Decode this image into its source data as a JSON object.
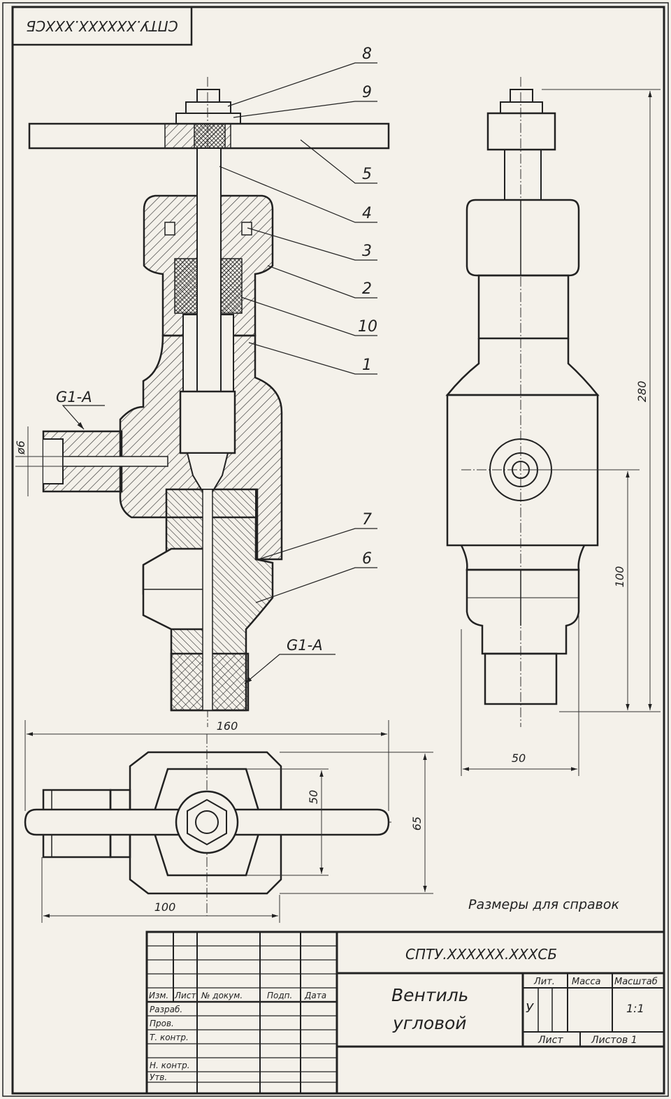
{
  "corner_stamp": "СПТУ.XXXXXX.XXXСБ",
  "callouts": [
    "8",
    "9",
    "5",
    "4",
    "3",
    "2",
    "10",
    "1",
    "7",
    "6"
  ],
  "threads": {
    "side": "G1-A",
    "bottom": "G1-A",
    "diameter": "ø6"
  },
  "dimensions": {
    "overall_height": "280",
    "inlet_height": "100",
    "side_width": "50",
    "handle_length": "160",
    "plan_width": "100",
    "plan_depth": "65",
    "hex_size": "50"
  },
  "note": "Размеры для справок",
  "title_block": {
    "designation": "СПТУ.XXXXXX.XXXСБ",
    "name_line1": "Вентиль",
    "name_line2": "угловой",
    "col_headers": [
      "Изм.",
      "Лист",
      "№ докум.",
      "Подп.",
      "Дата"
    ],
    "roles": [
      "Разраб.",
      "Пров.",
      "Т. контр.",
      "",
      "Н. контр.",
      "Утв."
    ],
    "lit_header": "Лит.",
    "mass_header": "Масса",
    "scale_header": "Масштаб",
    "lit_value": "У",
    "scale_value": "1:1",
    "sheet_label": "Лист",
    "sheets_label": "Листов 1"
  },
  "colors": {
    "paper": "#f4f1ea",
    "ink": "#222222"
  }
}
